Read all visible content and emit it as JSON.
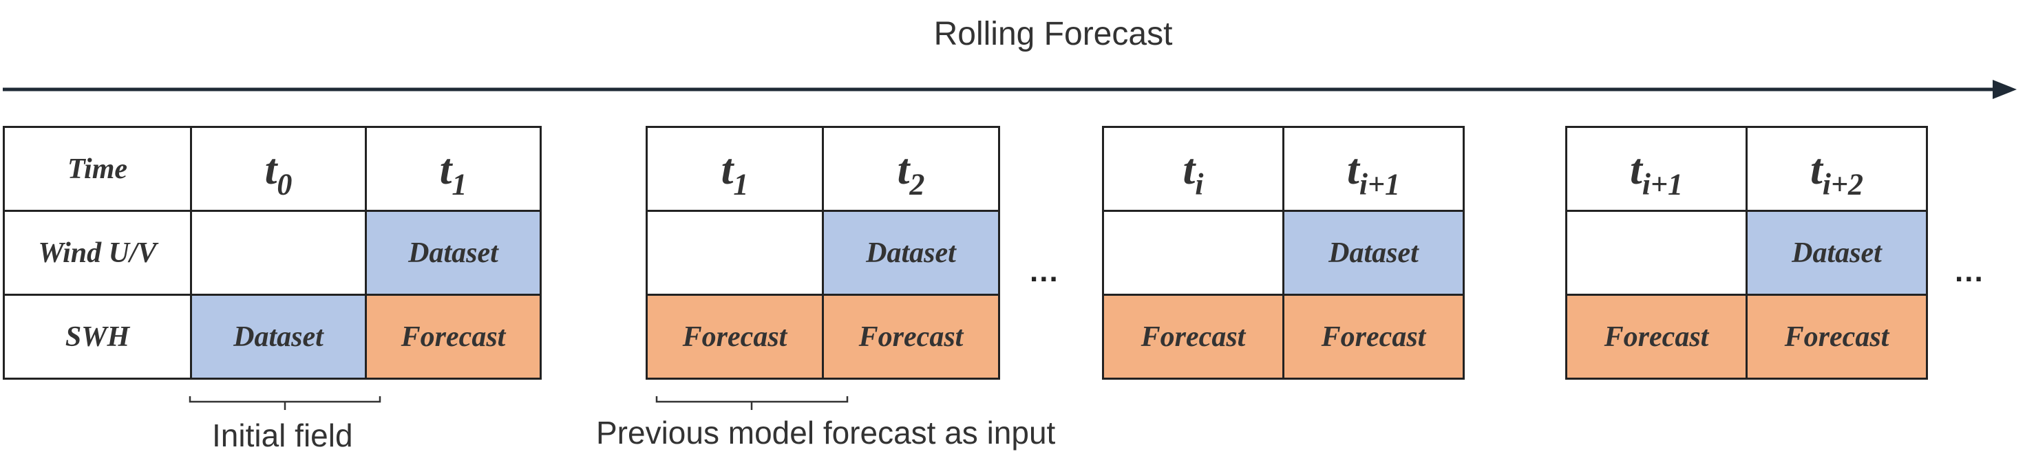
{
  "title": "Rolling Forecast",
  "ellipsis": "...",
  "row_labels": {
    "time": "Time",
    "wind": "Wind U/V",
    "swh": "SWH"
  },
  "panels": [
    {
      "h1": {
        "base": "t",
        "sub": "0"
      },
      "h2": {
        "base": "t",
        "sub": "1"
      },
      "wind": [
        "",
        "Dataset"
      ],
      "swh": [
        "Dataset",
        "Forecast"
      ]
    },
    {
      "h1": {
        "base": "t",
        "sub": "1"
      },
      "h2": {
        "base": "t",
        "sub": "2"
      },
      "wind": [
        "",
        "Dataset"
      ],
      "swh": [
        "Forecast",
        "Forecast"
      ]
    },
    {
      "h1": {
        "base": "t",
        "sub": "i"
      },
      "h2": {
        "base": "t",
        "sub": "i+1"
      },
      "wind": [
        "",
        "Dataset"
      ],
      "swh": [
        "Forecast",
        "Forecast"
      ]
    },
    {
      "h1": {
        "base": "t",
        "sub": "i+1"
      },
      "h2": {
        "base": "t",
        "sub": "i+2"
      },
      "wind": [
        "",
        "Dataset"
      ],
      "swh": [
        "Forecast",
        "Forecast"
      ]
    }
  ],
  "captions": {
    "initial": "Initial field",
    "previous": "Previous model forecast as input"
  },
  "colors": {
    "dataset": "#b4c7e7",
    "forecast": "#f4b183",
    "line": "#222222",
    "arrow": "#1f2a36"
  }
}
